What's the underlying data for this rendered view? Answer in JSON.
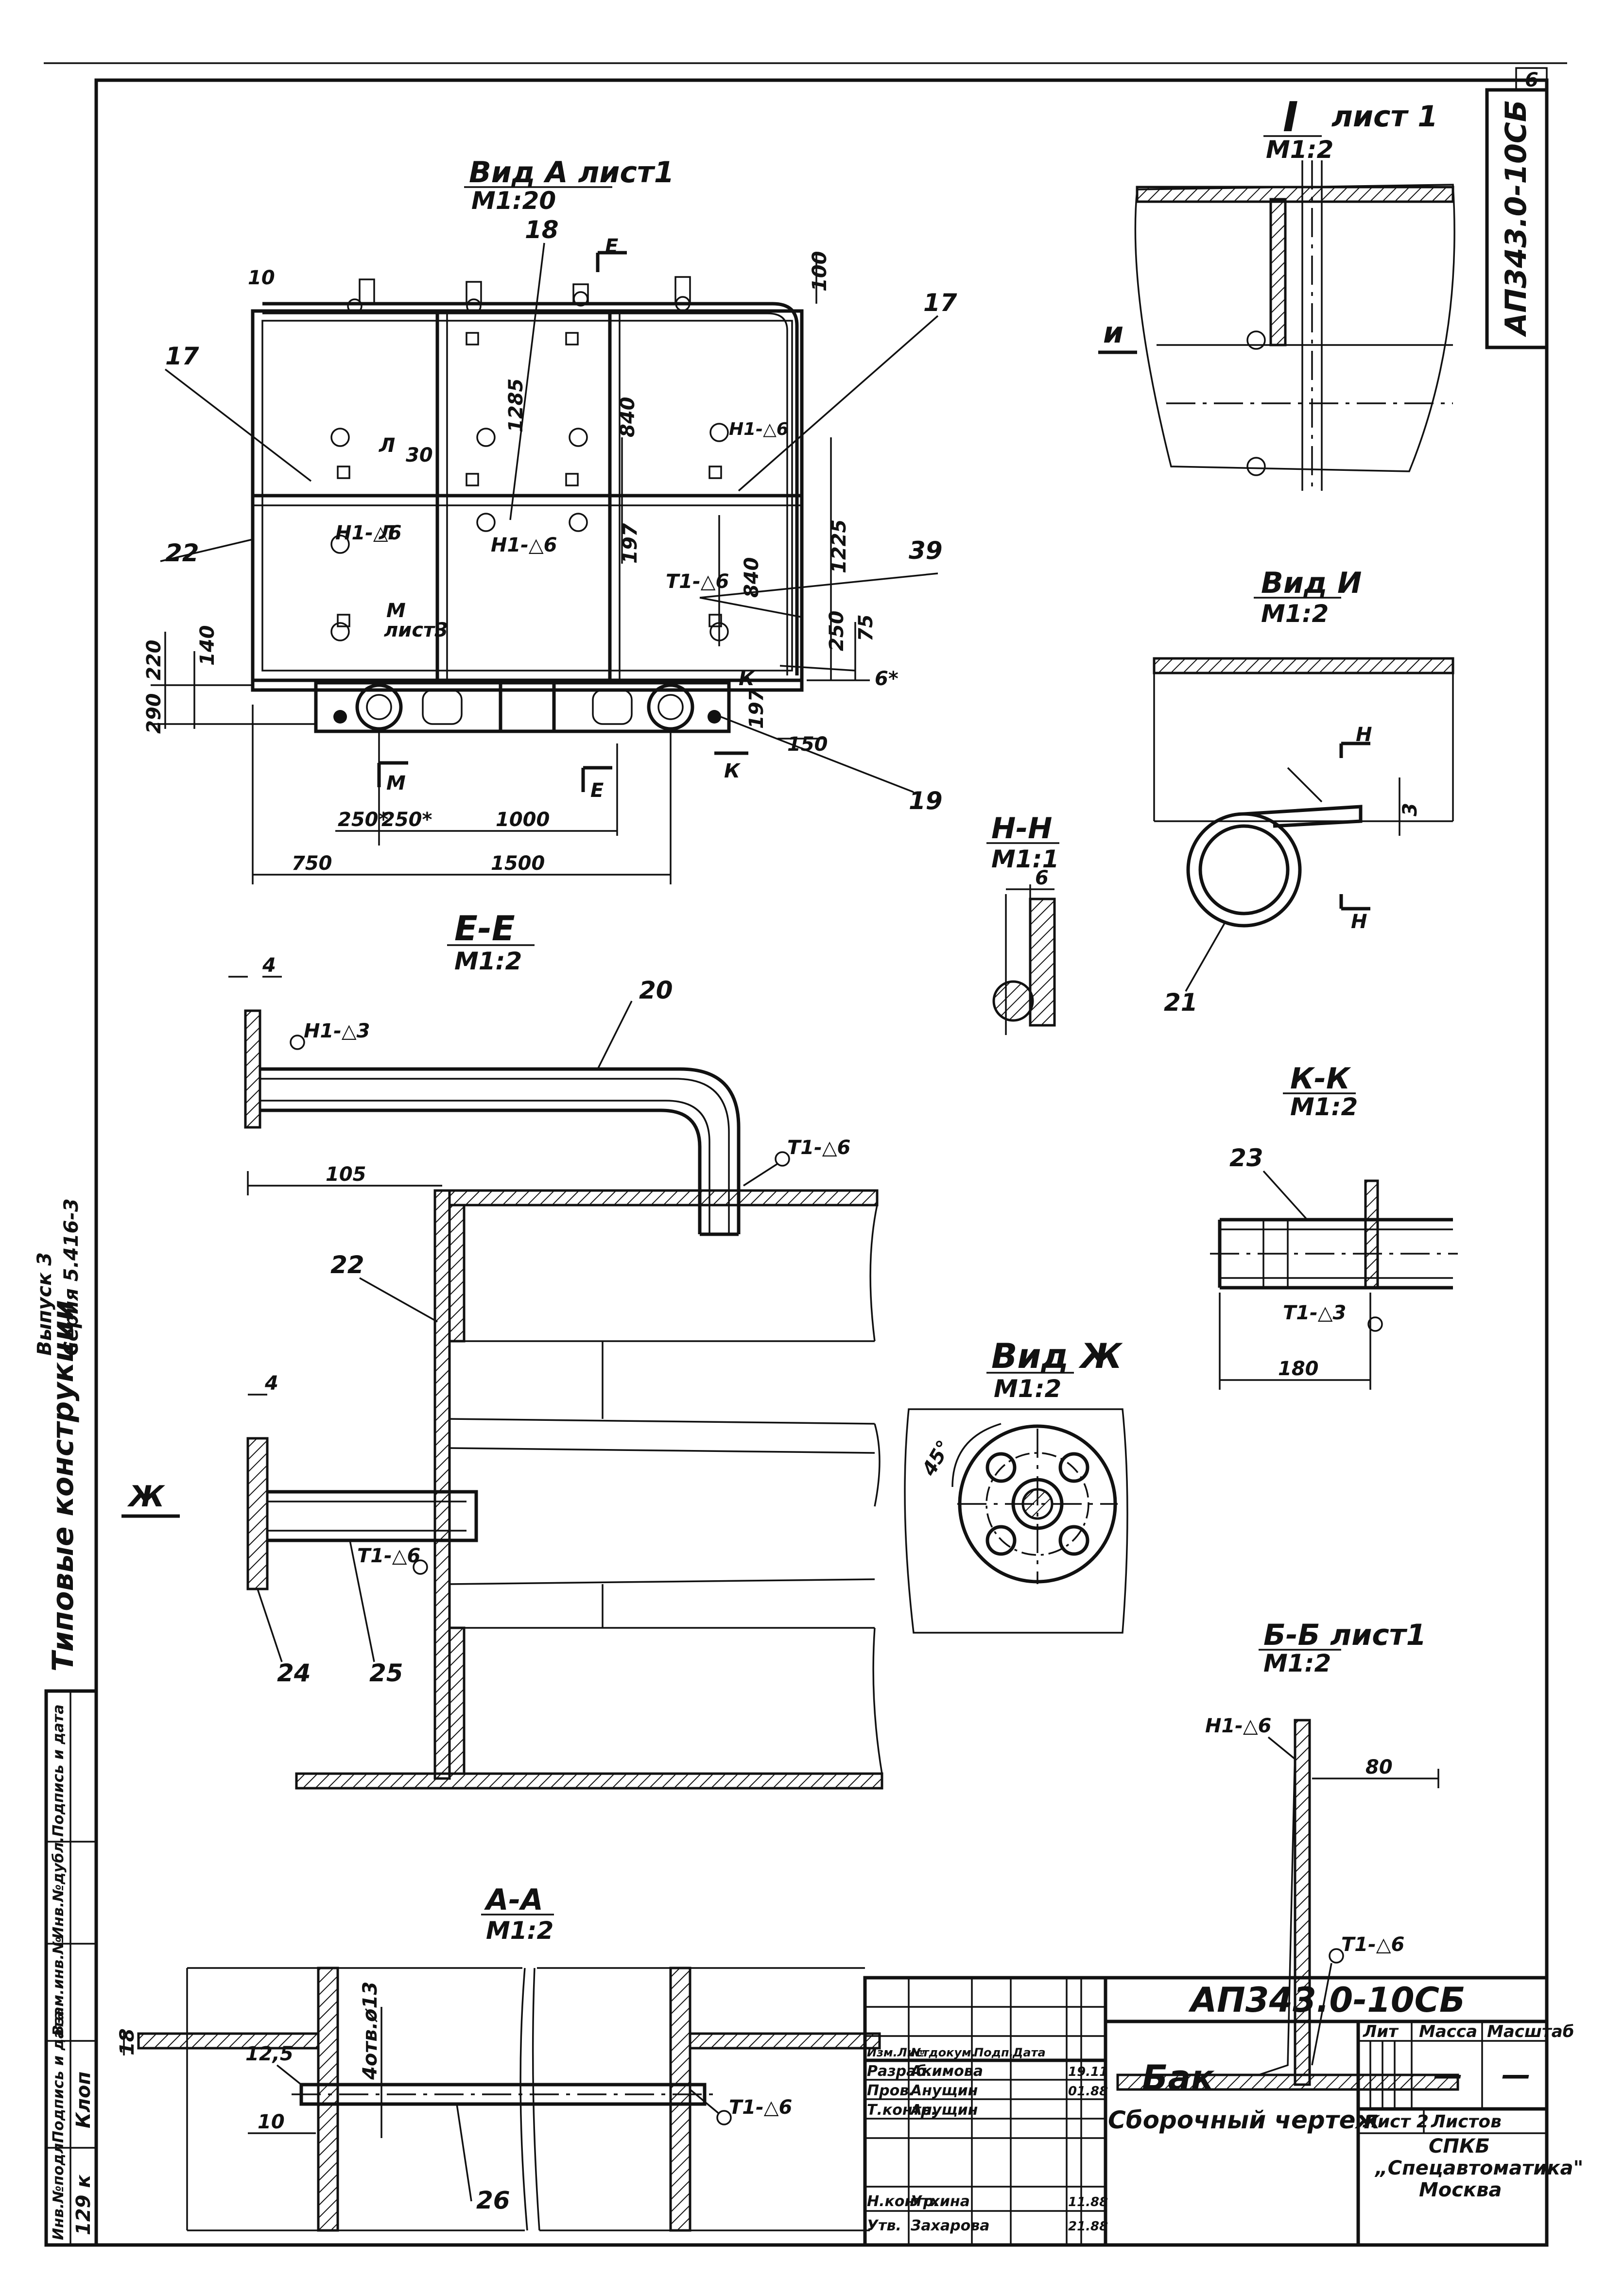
{
  "sheet": {
    "sheet_number": "6",
    "side_code": "АП343.0-10СБ",
    "left_margin_series": "Выпуск 3",
    "left_margin_series2": "Серия 5.416-3",
    "left_margin_typical": "Типовые конструкции",
    "inv_no_label": "Инв.№подл.",
    "inv_no_value": "129 к",
    "sign_date_label": "Подпись и дата",
    "sign_value": "Клоп",
    "vzam_label": "Взам.инв.№",
    "inv_dubl_label": "Инв.№дубл.",
    "sign_date_label2": "Подпись и дата"
  },
  "views": {
    "view_a": {
      "title": "Вид А лист1",
      "scale": "М1:20"
    },
    "detail_1": {
      "title": "I",
      "sheet": "лист 1",
      "scale": "М1:2"
    },
    "view_i": {
      "title": "Вид И",
      "scale": "М1:2"
    },
    "section_ee": {
      "title": "Е-Е",
      "scale": "М1:2"
    },
    "section_hh": {
      "title": "Н-Н",
      "scale": "М1:1"
    },
    "section_kk": {
      "title": "К-К",
      "scale": "М1:2"
    },
    "view_zh": {
      "title": "Вид Ж",
      "scale": "М1:2"
    },
    "section_bb": {
      "title": "Б-Б лист1",
      "scale": "М1:2"
    },
    "section_aa": {
      "title": "А-А",
      "scale": "М1:2"
    }
  },
  "labels": {
    "u_arrow": "и",
    "zh_arrow": "Ж",
    "m_sheet": "лист3",
    "m_letter": "М",
    "e_letter": "Е",
    "k_letter": "К",
    "l_letter": "Л",
    "h_letter": "Н"
  },
  "dims": {
    "d10": "10",
    "d100": "100",
    "d1285": "1285",
    "d840a": "840",
    "d840b": "840",
    "d30": "30",
    "d197a": "197",
    "d197b": "197",
    "d1225": "1225",
    "d250": "250",
    "d75": "75",
    "d6": "6*",
    "d150": "150",
    "d220": "220",
    "d140": "140",
    "d290": "290",
    "d250s1": "250*",
    "d250s2": "250*",
    "d1000": "1000",
    "d750": "750",
    "d1500": "1500",
    "d4a": "4",
    "d4b": "4",
    "d105": "105",
    "d6hh": "6",
    "d3": "3",
    "d180": "180",
    "d45": "45°",
    "d80": "80",
    "d18": "18",
    "d125": "12,5",
    "d10aa": "10",
    "holes": "4отв.ø13"
  },
  "welds": {
    "w1": "Н1-△6",
    "w2": "Н1-△6",
    "w3": "Н1-△6",
    "w4": "Т1-△6",
    "w5": "Н1-△3",
    "w6": "Т1-△6",
    "w7": "Т1-△6",
    "w8": "Т1-△3",
    "w9": "Н1-△6",
    "w10": "Т1-△6",
    "w11": "Т1-△6"
  },
  "positions": {
    "p17a": "17",
    "p18": "18",
    "p17b": "17",
    "p22": "22",
    "p39": "39",
    "p19": "19",
    "p20": "20",
    "p21": "21",
    "p22b": "22",
    "p23": "23",
    "p24": "24",
    "p25": "25",
    "p26": "26"
  },
  "title_block": {
    "designation": "АП343.0-10СБ",
    "name": "Бак",
    "doc_type": "Сборочный чертеж",
    "lit_label": "Лит",
    "mass_label": "Масса",
    "scale_label": "Масштаб",
    "mass_value": "—",
    "scale_value": "—",
    "sheet_label": "Лист 2",
    "sheets_label": "Листов",
    "org1": "СПКБ",
    "org2": "„Спецавтоматика\"",
    "org3": "Москва",
    "rows": [
      {
        "role": "Изм.Лист",
        "name": "№ докум.",
        "sign": "Подп.",
        "date": "Дата"
      },
      {
        "role": "Разраб.",
        "name": "Акимова",
        "sign": "",
        "date": "19.11"
      },
      {
        "role": "Пров.",
        "name": "Анущин",
        "sign": "",
        "date": "01.88"
      },
      {
        "role": "Т.контр.",
        "name": "Анущин",
        "sign": "",
        "date": ""
      },
      {
        "role": "",
        "name": "",
        "sign": "",
        "date": ""
      },
      {
        "role": "Н.контр.",
        "name": "Утхина",
        "sign": "",
        "date": "11.88"
      },
      {
        "role": "Утв.",
        "name": "Захарова",
        "sign": "",
        "date": "21.88"
      }
    ]
  }
}
